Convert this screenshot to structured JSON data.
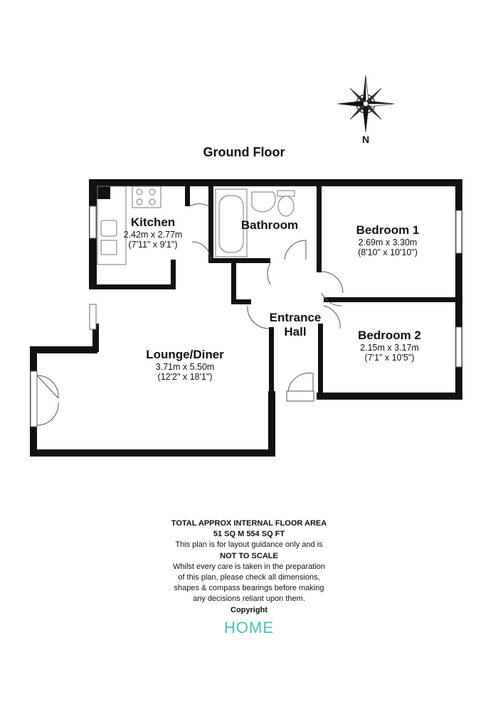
{
  "floor_title": "Ground Floor",
  "compass": {
    "icon": "compass-rose-icon",
    "north_label": "N"
  },
  "rooms": [
    {
      "id": "kitchen",
      "name": "Kitchen",
      "metric": "2.42m x 2.77m",
      "imperial": "(7'11\" x 9'1\")"
    },
    {
      "id": "bathroom",
      "name": "Bathroom"
    },
    {
      "id": "bedroom1",
      "name": "Bedroom 1",
      "metric": "2.69m x 3.30m",
      "imperial": "(8'10\" x 10'10\")"
    },
    {
      "id": "entrance",
      "name": "Entrance",
      "name2": "Hall"
    },
    {
      "id": "bedroom2",
      "name": "Bedroom 2",
      "metric": "2.15m x 3.17m",
      "imperial": "(7'1\" x 10'5\")"
    },
    {
      "id": "lounge",
      "name": "Lounge/Diner",
      "metric": "3.71m x 5.50m",
      "imperial": "(12'2\" x 18'1\")"
    }
  ],
  "notes": {
    "area_title": "TOTAL APPROX INTERNAL FLOOR AREA",
    "area_value": "51 SQ M 554 SQ FT",
    "line1": "This plan is for layout guidance only and is",
    "scale": "NOT TO SCALE",
    "line2": "Whilst every care is taken in the preparation",
    "line3": "of this plan, please check all dimensions,",
    "line4": "shapes & compass bearings before making",
    "line5": "any decisions reliant upon them.",
    "copyright": "Copyright"
  },
  "logo": {
    "text": "HOME",
    "color": "#4dbfb1"
  },
  "colors": {
    "wall": "#111111",
    "fixture": "#777777"
  }
}
